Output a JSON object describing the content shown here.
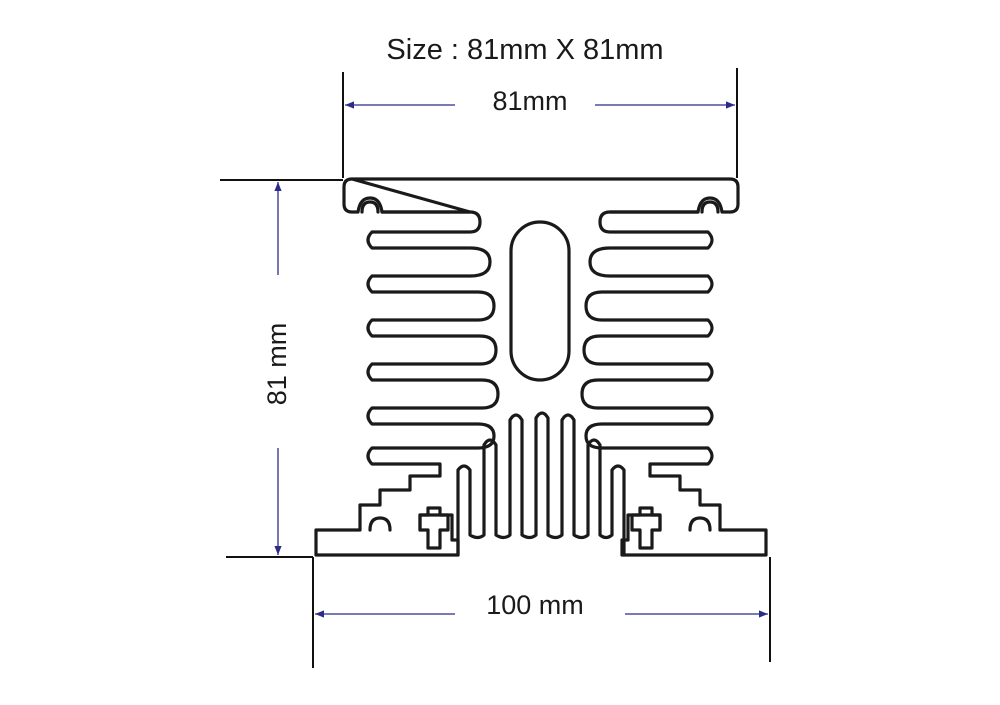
{
  "title": "Size : 81mm X 81mm",
  "dimensions": {
    "top_width": "81mm",
    "height": "81 mm",
    "base_width": "100 mm"
  },
  "colors": {
    "outline": "#1a1a1a",
    "dimension_line": "#2b2b8a",
    "extension_line": "#111111",
    "background": "#ffffff"
  }
}
